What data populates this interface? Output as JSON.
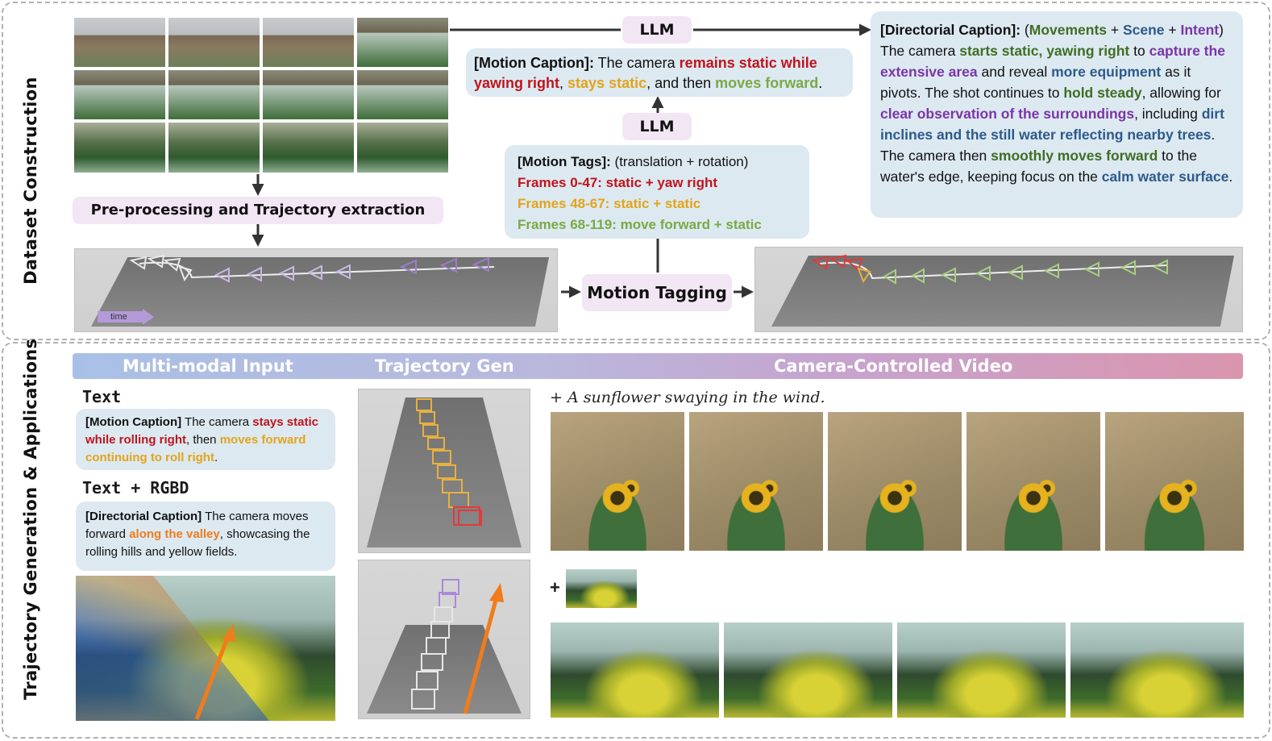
{
  "sections": {
    "top_label": "Dataset Construction",
    "bottom_label": "Trajectory Generation & Applications"
  },
  "top": {
    "llm_top": "LLM",
    "llm_mid": "LLM",
    "preprocess": "Pre-processing and Trajectory extraction",
    "motion_tagging": "Motion Tagging",
    "time": "time",
    "motion_caption": {
      "label": "[Motion Caption]:",
      "t1": " The camera ",
      "t2": "remains static while yawing right",
      "t3": ", ",
      "t4": "stays static",
      "t5": ", and then ",
      "t6": "moves forward",
      "t7": "."
    },
    "motion_tags": {
      "label": "[Motion Tags]:",
      "sub": " (translation + rotation)",
      "line1": "Frames 0-47: static + yaw right",
      "line2": "Frames 48-67: static + static",
      "line3": "Frames 68-119: move forward + static"
    },
    "directorial": {
      "label": "[Directorial Caption]:",
      "p1": " (",
      "movements": "Movements",
      "plus1": " + ",
      "scene": "Scene",
      "plus2": " + ",
      "intent": "Intent",
      "p2": ")",
      "s1": "The camera ",
      "s2": "starts static, yawing right",
      "s3": " to ",
      "s4": "capture the extensive area",
      "s5": " and reveal ",
      "s6": "more equipment",
      "s7": " as it pivots. The shot continues to ",
      "s8": "hold steady",
      "s9": ", allowing for ",
      "s10": "clear observation of the surroundings",
      "s11": ", including ",
      "s12": "dirt inclines and the still water reflecting nearby trees",
      "s13": ". The camera then ",
      "s14": "smoothly moves forward",
      "s15": " to the water's edge, keeping focus on the ",
      "s16": "calm water surface",
      "s17": "."
    }
  },
  "bottom": {
    "banner": {
      "c1": "Multi-modal Input",
      "c2": "Trajectory Gen",
      "c3": "Camera-Controlled Video"
    },
    "text_heading": "Text",
    "text_rgbd_heading": "Text + RGBD",
    "caption1": {
      "label": "[Motion Caption]",
      "t1": " The camera ",
      "t2": "stays static while rolling right",
      "t3": ", then ",
      "t4": "moves forward continuing to roll right",
      "t5": "."
    },
    "caption2": {
      "label": "[Directorial Caption]",
      "t1": " The camera moves forward ",
      "t2": "along the valley",
      "t3": ", showcasing the rolling hills and yellow fields."
    },
    "prompt": "+ A sunflower swaying in the wind.",
    "plus": "+"
  },
  "colors": {
    "red": "#c0141c",
    "orange": "#e3a41a",
    "green": "#7aa945",
    "dark_green": "#3f6e25",
    "navy": "#2d5a8a",
    "purple": "#7b35a6",
    "pill_bg": "#f2e6f4",
    "box_bg": "#dde9f1"
  }
}
